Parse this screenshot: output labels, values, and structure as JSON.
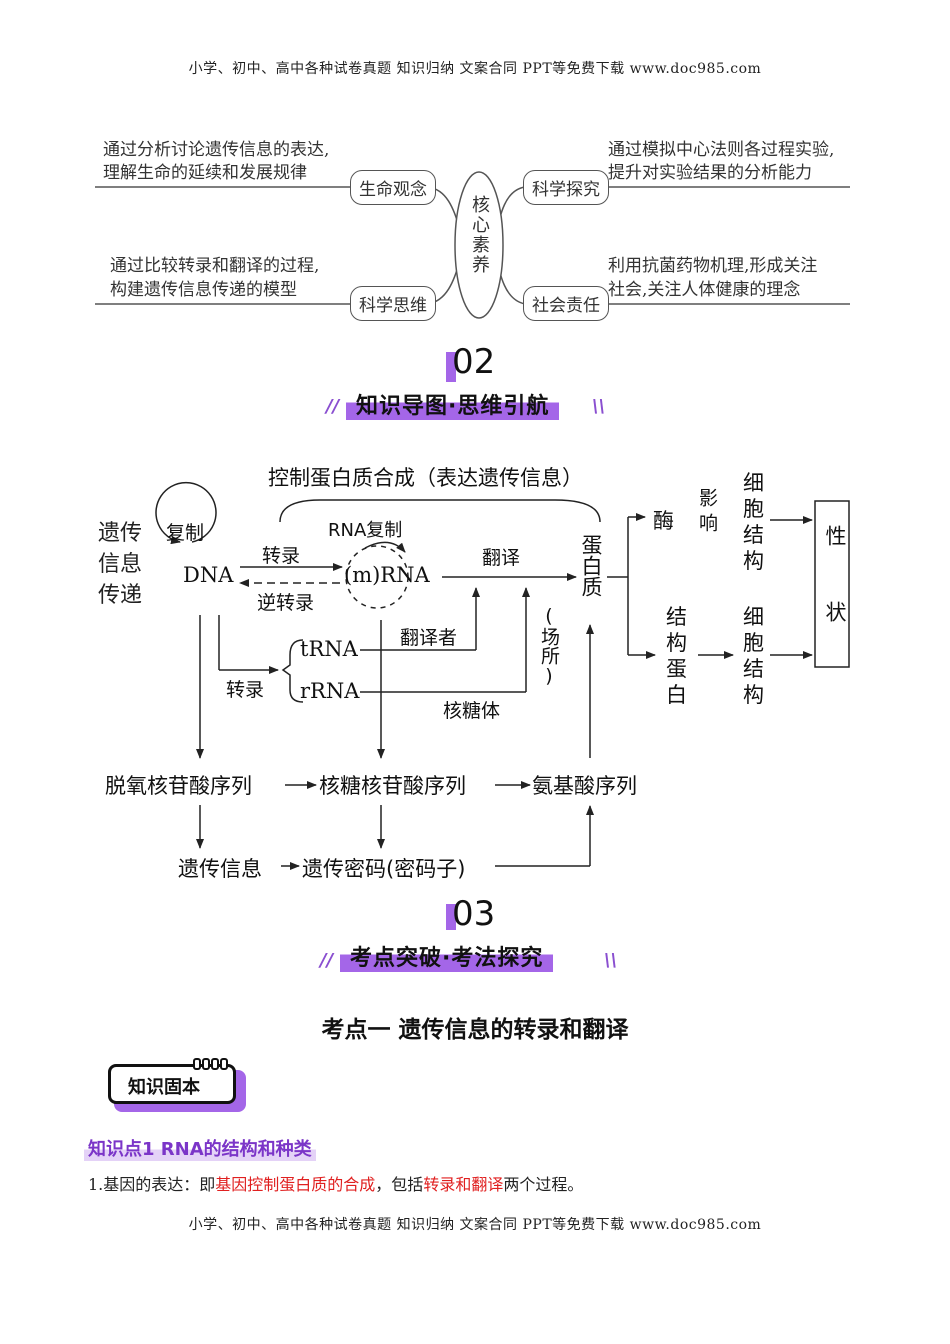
{
  "header": {
    "text": "小学、初中、高中各种试卷真题  知识归纳  文案合同  PPT等免费下载      www.doc985.com"
  },
  "footer": {
    "text": "小学、初中、高中各种试卷真题  知识归纳  文案合同  PPT等免费下载      www.doc985.com"
  },
  "core": {
    "center": "核心素养",
    "tl_text_1": "通过分析讨论遗传信息的表达,",
    "tl_text_2": "理解生命的延续和发展规律",
    "tl_box": "生命观念",
    "tr_text_1": "通过模拟中心法则各过程实验,",
    "tr_text_2": "提升对实验结果的分析能力",
    "tr_box": "科学探究",
    "bl_text_1": "通过比较转录和翻译的过程,",
    "bl_text_2": "构建遗传信息传递的模型",
    "bl_box": "科学思维",
    "br_text_1": "利用抗菌药物机理,形成关注",
    "br_text_2": "社会,关注人体健康的理念",
    "br_box": "社会责任"
  },
  "section02": {
    "num": "02",
    "title": "知识导图·思维引航"
  },
  "map": {
    "top_label": "控制蛋白质合成（表达遗传信息）",
    "left_label": "遗传信息传递",
    "replicate": "复制",
    "rna_replicate": "RNA复制",
    "dna": "DNA",
    "mrna": "(m)RNA",
    "transcribe": "转录",
    "reverse": "逆转录",
    "translate": "翻译",
    "protein": "蛋白质",
    "enzyme": "酶",
    "influence": "影响",
    "cell_structure": "细胞结构",
    "structural_protein": "结构蛋白",
    "trait": "性状",
    "trna": "tRNA",
    "rrna": "rRNA",
    "transcribe2": "转录",
    "translator": "翻译者",
    "site": "(场所)",
    "ribosome": "核糖体",
    "seq_row": [
      "脱氧核苷酸序列",
      "核糖核苷酸序列",
      "氨基酸序列"
    ],
    "info_row": [
      "遗传信息",
      "遗传密码(密码子)"
    ]
  },
  "section03": {
    "num": "03",
    "title": "考点突破·考法探究"
  },
  "kaodian": {
    "title": "考点一  遗传信息的转录和翻译"
  },
  "badge": {
    "label": "知识固本"
  },
  "kp1": {
    "title": "知识点1  RNA的结构和种类"
  },
  "para1": {
    "p1": "1.基因的表达：即",
    "r1": "基因控制蛋白质的合成",
    "p2": "，包括",
    "r2": "转录和翻译",
    "p3": "两个过程。"
  }
}
